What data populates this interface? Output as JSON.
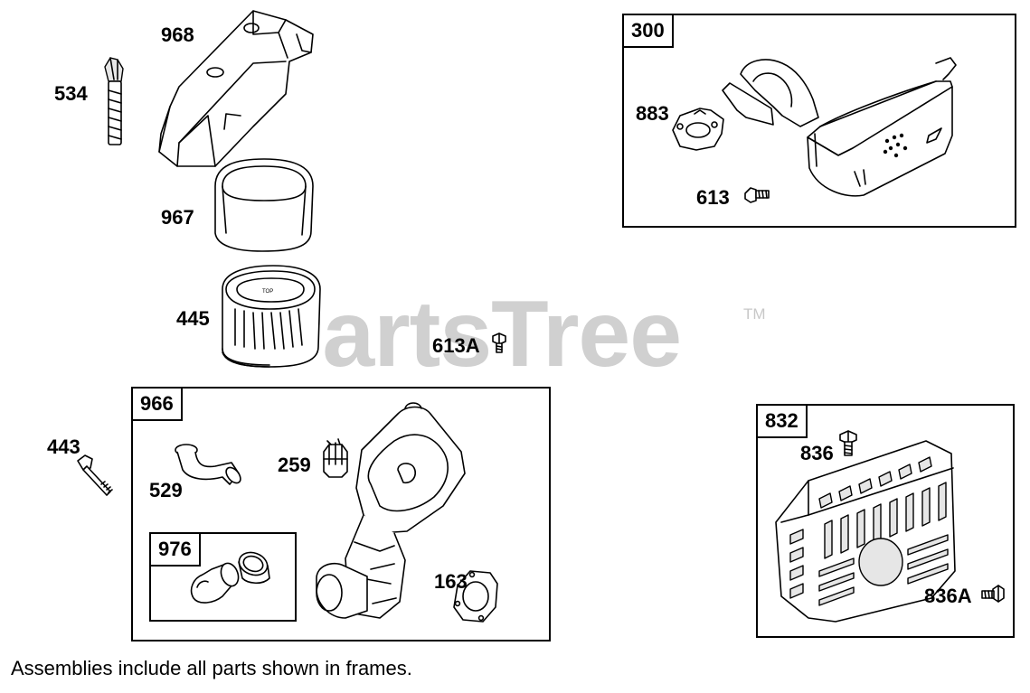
{
  "watermark": {
    "brand": "PartsTree",
    "trademark": "TM"
  },
  "parts": {
    "p968": "968",
    "p534": "534",
    "p967": "967",
    "p445": "445",
    "p613A": "613A",
    "p443": "443",
    "p300": "300",
    "p883": "883",
    "p613": "613",
    "p966": "966",
    "p529": "529",
    "p259": "259",
    "p976": "976",
    "p163": "163",
    "p832": "832",
    "p836": "836",
    "p836A": "836A"
  },
  "footnote": "Assemblies include all parts shown in frames."
}
